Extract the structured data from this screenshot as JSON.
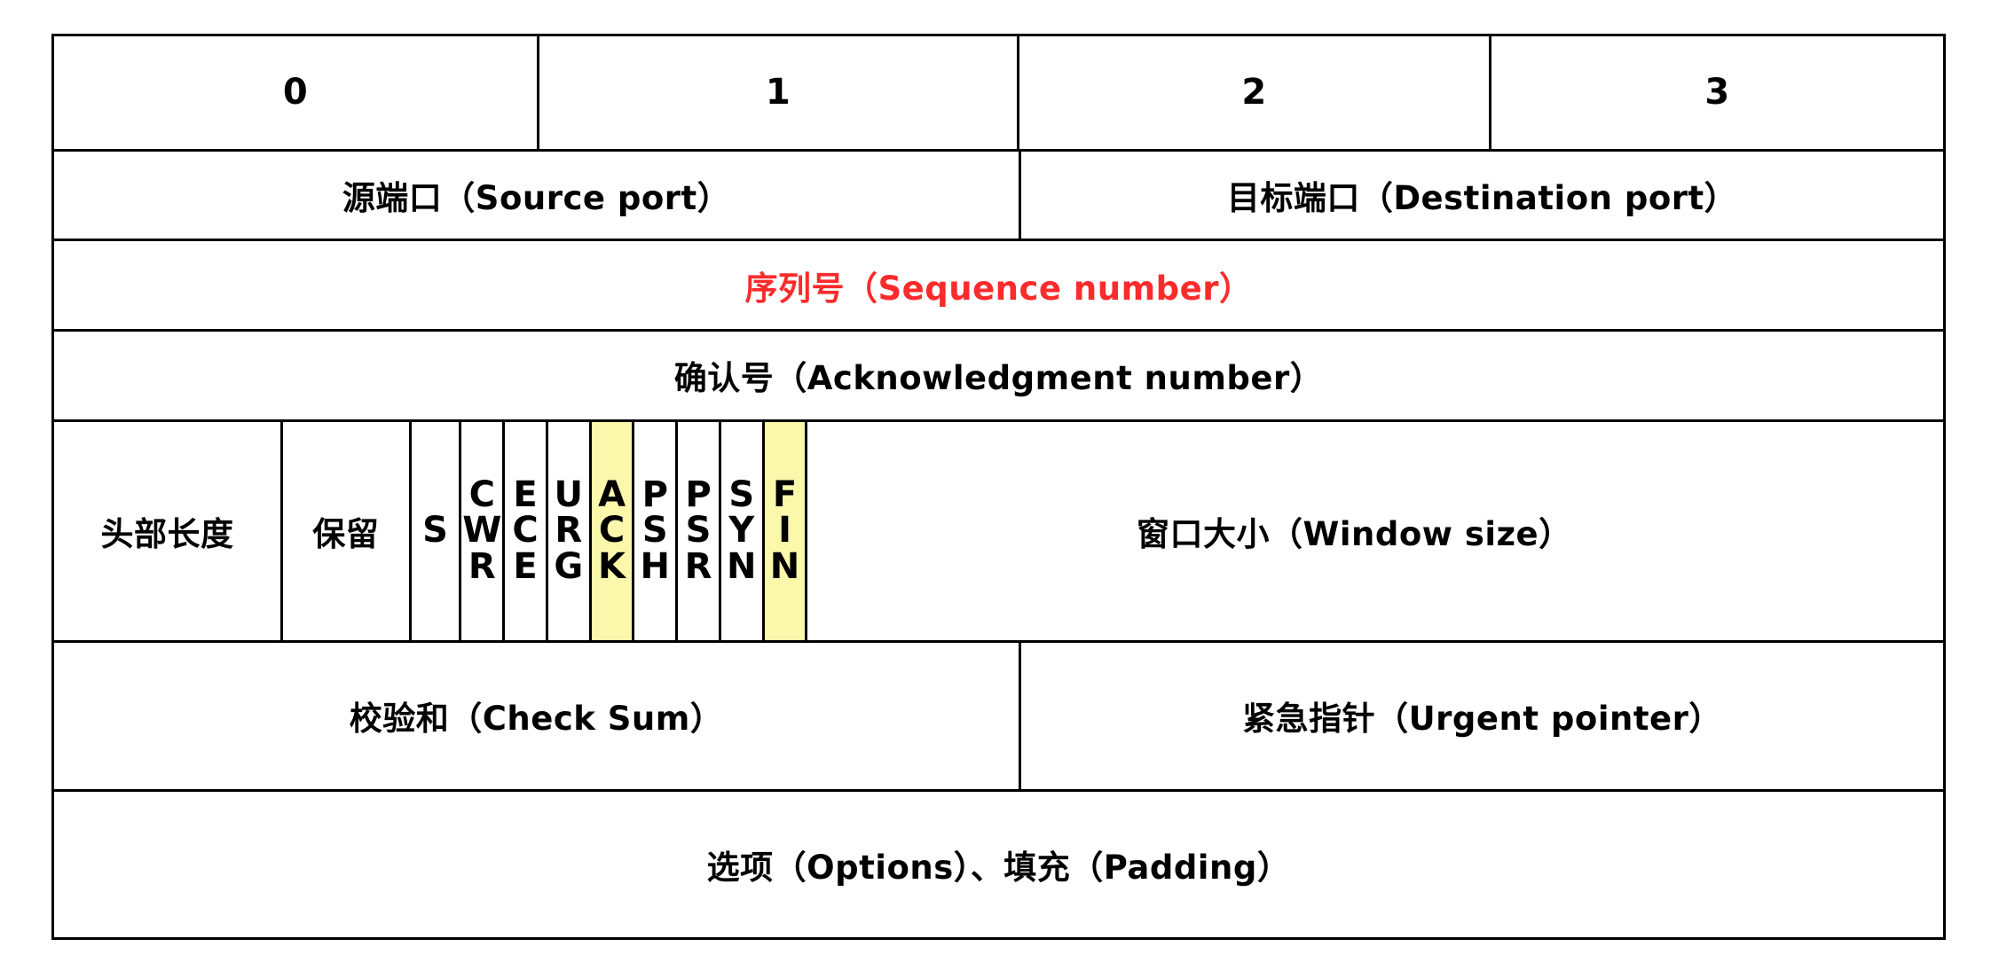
{
  "diagram": {
    "title": "TCP header structure",
    "colors": {
      "border": "#000000",
      "text": "#000000",
      "highlight_background": "#fbf8ab",
      "sequence_number_text": "#fb2b2b",
      "page_background": "#ffffff"
    },
    "byte_ruler": {
      "labels": [
        "0",
        "1",
        "2",
        "3"
      ]
    },
    "rows": {
      "ports": {
        "source_port": "源端口（Source port）",
        "destination_port": "目标端口（Destination port）"
      },
      "sequence": {
        "label": "序列号（Sequence number）",
        "color": "#fb2b2b",
        "highlighted": true
      },
      "acknowledgment": {
        "label": "确认号（Acknowledgment number）"
      },
      "flags_row": {
        "header_length": "头部长度",
        "reserved": "保留",
        "flags": [
          {
            "name": "s",
            "letters": [
              "S"
            ],
            "highlighted": false
          },
          {
            "name": "cwr",
            "letters": [
              "C",
              "W",
              "R"
            ],
            "highlighted": false
          },
          {
            "name": "ece",
            "letters": [
              "E",
              "C",
              "E"
            ],
            "highlighted": false
          },
          {
            "name": "urg",
            "letters": [
              "U",
              "R",
              "G"
            ],
            "highlighted": false
          },
          {
            "name": "ack",
            "letters": [
              "A",
              "C",
              "K"
            ],
            "highlighted": true
          },
          {
            "name": "psh",
            "letters": [
              "P",
              "S",
              "H"
            ],
            "highlighted": false
          },
          {
            "name": "psr",
            "letters": [
              "P",
              "S",
              "R"
            ],
            "highlighted": false
          },
          {
            "name": "syn",
            "letters": [
              "S",
              "Y",
              "N"
            ],
            "highlighted": false
          },
          {
            "name": "fin",
            "letters": [
              "F",
              "I",
              "N"
            ],
            "highlighted": true
          }
        ],
        "window_size": "窗口大小（Window size）"
      },
      "checksum_row": {
        "checksum": "校验和（Check Sum）",
        "urgent_pointer": "紧急指针（Urgent pointer）"
      },
      "options": {
        "label": "选项（Options）、填充（Padding）"
      }
    }
  }
}
